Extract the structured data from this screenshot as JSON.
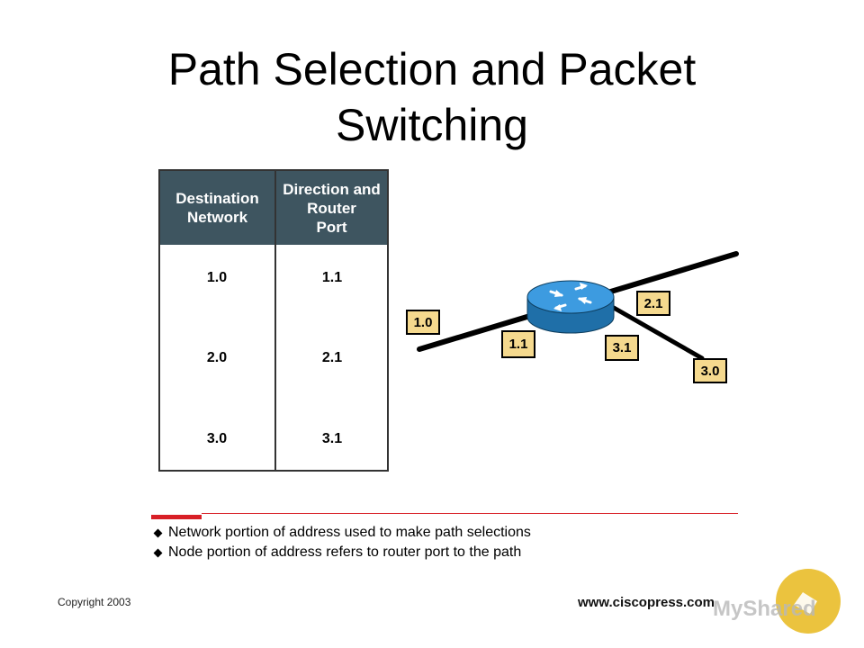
{
  "title": "Path Selection and Packet\nSwitching",
  "table": {
    "headers": [
      "Destination\nNetwork",
      "Direction and\nRouter\nPort"
    ],
    "rows": [
      [
        "1.0",
        "1.1"
      ],
      [
        "2.0",
        "2.1"
      ],
      [
        "3.0",
        "3.1"
      ]
    ]
  },
  "diagram": {
    "network_labels": [
      "1.0",
      "3.0"
    ],
    "port_labels": [
      "1.1",
      "2.1",
      "3.1"
    ],
    "router_icon": "router-icon"
  },
  "bullets": [
    "Network portion of address used to make path selections",
    "Node portion of address refers to router port to the path"
  ],
  "footer": {
    "copyright": "Copyright 2003",
    "url": "www.ciscopress.com"
  },
  "watermark": {
    "text": "MyShared"
  },
  "colors": {
    "header_bg": "#3e5560",
    "label_bg": "#f5d98e",
    "accent_red": "#d81f26",
    "router_blue": "#2f8fd0"
  }
}
